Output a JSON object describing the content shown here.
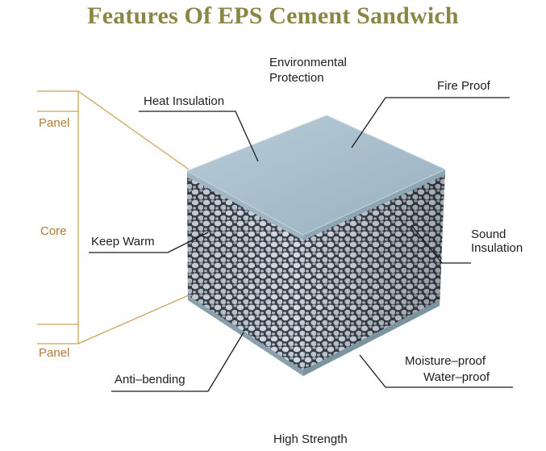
{
  "title": "Features Of EPS Cement Sandwich",
  "side_labels": {
    "panel_top": "Panel",
    "core": "Core",
    "panel_bottom": "Panel"
  },
  "features": {
    "environmental_protection_line1": "Environmental",
    "environmental_protection_line2": "Protection",
    "heat_insulation": "Heat Insulation",
    "fire_proof": "Fire Proof",
    "keep_warm": "Keep Warm",
    "sound_insulation_line1": "Sound",
    "sound_insulation_line2": "Insulation",
    "anti_bending": "Anti–bending",
    "moisture_proof": "Moisture–proof",
    "water_proof": "Water–proof",
    "high_strength": "High Strength"
  },
  "colors": {
    "title": "#8a8746",
    "side_labels": "#b37a34",
    "bracket_lines": "#c8a35a",
    "panel_top": "#a9bfcc",
    "core_dark": "#3d4450",
    "bead_light": "#dbe3ea"
  }
}
